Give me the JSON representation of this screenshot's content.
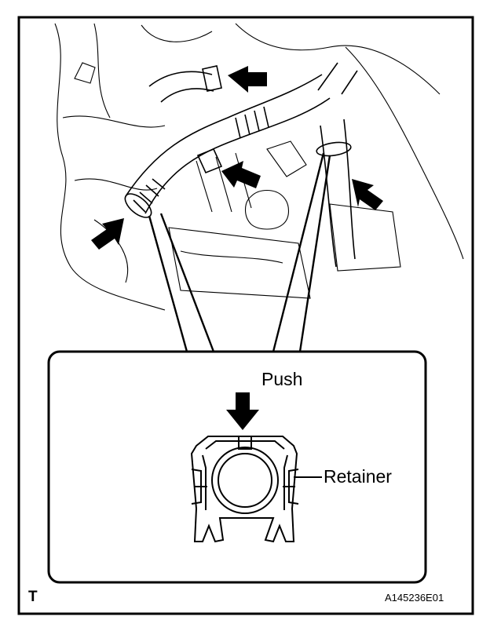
{
  "callouts": {
    "push": "Push",
    "retainer": "Retainer"
  },
  "footer": {
    "view_mark": "T",
    "illustration_code": "A145236E01"
  },
  "icons": [
    "arrow-icon",
    "retainer-clip-icon"
  ],
  "colors": {
    "ink": "#000000",
    "paper": "#ffffff"
  }
}
